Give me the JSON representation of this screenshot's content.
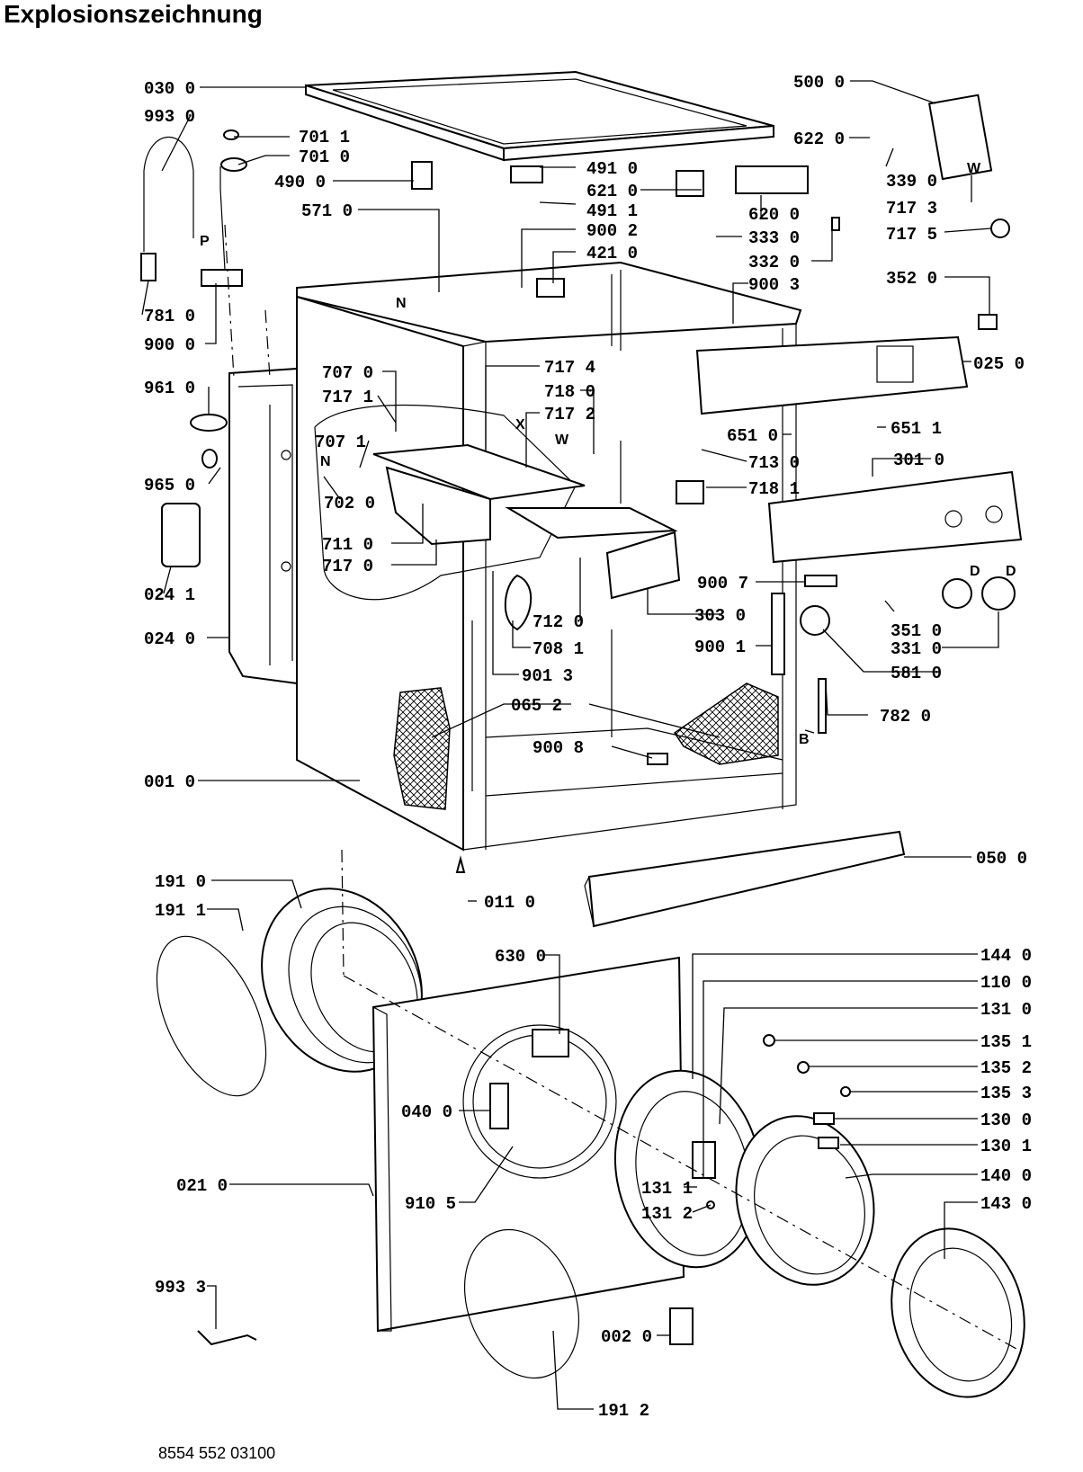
{
  "title": "Explosionszeichnung",
  "document_number": "8554 552 03100",
  "parts": [
    {
      "label": "030 0"
    },
    {
      "label": "993 0"
    },
    {
      "label": "701 1"
    },
    {
      "label": "701 0"
    },
    {
      "label": "490 0"
    },
    {
      "label": "571 0"
    },
    {
      "label": "491 0"
    },
    {
      "label": "621 0"
    },
    {
      "label": "491 1"
    },
    {
      "label": "900 2"
    },
    {
      "label": "421 0"
    },
    {
      "label": "500 0"
    },
    {
      "label": "622 0"
    },
    {
      "label": "339 0"
    },
    {
      "label": "620 0"
    },
    {
      "label": "717 3"
    },
    {
      "label": "333 0"
    },
    {
      "label": "717 5"
    },
    {
      "label": "332 0"
    },
    {
      "label": "900 3"
    },
    {
      "label": "352 0"
    },
    {
      "label": "781 0"
    },
    {
      "label": "900 0"
    },
    {
      "label": "025 0"
    },
    {
      "label": "707 0"
    },
    {
      "label": "717 4"
    },
    {
      "label": "718 0"
    },
    {
      "label": "961 0"
    },
    {
      "label": "717 1"
    },
    {
      "label": "717 2"
    },
    {
      "label": "707 1"
    },
    {
      "label": "651 0"
    },
    {
      "label": "651 1"
    },
    {
      "label": "713 0"
    },
    {
      "label": "301 0"
    },
    {
      "label": "965 0"
    },
    {
      "label": "702 0"
    },
    {
      "label": "718 1"
    },
    {
      "label": "711 0"
    },
    {
      "label": "717 0"
    },
    {
      "label": "900 7"
    },
    {
      "label": "024 1"
    },
    {
      "label": "303 0"
    },
    {
      "label": "712 0"
    },
    {
      "label": "351 0"
    },
    {
      "label": "024 0"
    },
    {
      "label": "708 1"
    },
    {
      "label": "331 0"
    },
    {
      "label": "900 1"
    },
    {
      "label": "901 3"
    },
    {
      "label": "581 0"
    },
    {
      "label": "065 2"
    },
    {
      "label": "782 0"
    },
    {
      "label": "900 8"
    },
    {
      "label": "001 0"
    },
    {
      "label": "050 0"
    },
    {
      "label": "191 0"
    },
    {
      "label": "011 0"
    },
    {
      "label": "191 1"
    },
    {
      "label": "630 0"
    },
    {
      "label": "144 0"
    },
    {
      "label": "110 0"
    },
    {
      "label": "131 0"
    },
    {
      "label": "135 1"
    },
    {
      "label": "135 2"
    },
    {
      "label": "040 0"
    },
    {
      "label": "135 3"
    },
    {
      "label": "130 0"
    },
    {
      "label": "130 1"
    },
    {
      "label": "021 0"
    },
    {
      "label": "131 1"
    },
    {
      "label": "140 0"
    },
    {
      "label": "910 5"
    },
    {
      "label": "131 2"
    },
    {
      "label": "143 0"
    },
    {
      "label": "993 3"
    },
    {
      "label": "002 0"
    },
    {
      "label": "191 2"
    }
  ],
  "letters": [
    "P",
    "N",
    "X",
    "W",
    "W",
    "N",
    "D",
    "D",
    "B"
  ]
}
